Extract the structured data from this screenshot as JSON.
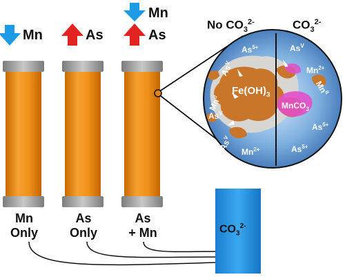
{
  "arrows": {
    "col1": {
      "symbol": "Mn",
      "direction": "down",
      "color": "#1e9be6"
    },
    "col2": {
      "symbol": "As",
      "direction": "up",
      "color": "#e32222"
    },
    "col3_top": {
      "symbol": "Mn",
      "direction": "down",
      "color": "#1e9be6"
    },
    "col3_bottom": {
      "symbol": "As",
      "direction": "up",
      "color": "#e32222"
    }
  },
  "columns": [
    {
      "line1": "Mn",
      "line2": "Only"
    },
    {
      "line1": "As",
      "line2": "Only"
    },
    {
      "line1": "As",
      "line2": "+ Mn"
    }
  ],
  "circle": {
    "left_header": {
      "base": "No CO",
      "sub": "3",
      "sup": "2-"
    },
    "right_header": {
      "base": "CO",
      "sub": "3",
      "sup": "2-"
    },
    "fe_label": {
      "base": "Fe(OH)",
      "sub": "3"
    },
    "mnco3_label": {
      "base": "MnCO",
      "sub": "3"
    },
    "species_left": [
      {
        "base": "As",
        "sup": "5+"
      },
      {
        "base": "As",
        "sup": "V"
      },
      {
        "base": "Mn",
        "sup": "II"
      },
      {
        "base": "As",
        "sup": "V"
      },
      {
        "base": "As",
        "sup": "V"
      },
      {
        "base": "Mn",
        "sup": "2+"
      }
    ],
    "species_right": [
      {
        "base": "As",
        "sup": "V"
      },
      {
        "base": "Mn",
        "sup": "2+"
      },
      {
        "base": "Mn",
        "sup": "II"
      },
      {
        "base": "As",
        "sup": "5+"
      },
      {
        "base": "As",
        "sup": "5+"
      }
    ]
  },
  "reservoir": {
    "base": "CO",
    "sub": "3",
    "sup": "2-"
  },
  "colors": {
    "column_fill": "#e8820e",
    "cap": "#9a9a9a",
    "reservoir": "#2196e0",
    "particle": "#c9752a",
    "mnco3": "#e24fc8"
  }
}
